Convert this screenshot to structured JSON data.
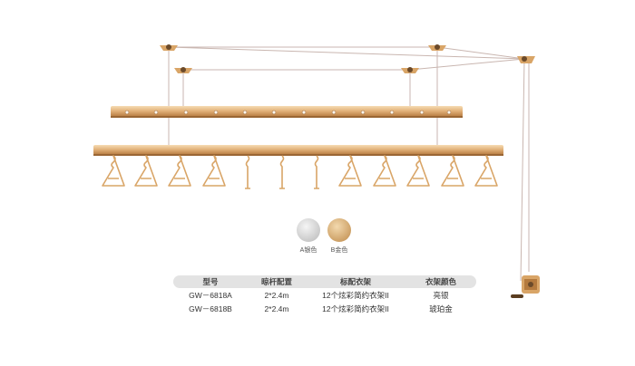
{
  "colors": {
    "gold_light": "#f4d3a2",
    "gold_mid": "#d9a567",
    "gold_dark": "#b47a3e",
    "silver_light": "#eeeeee",
    "silver_dark": "#c6c6c6",
    "header_bg": "#e3e3e3"
  },
  "swatches": [
    {
      "label": "A银色",
      "color": "silver"
    },
    {
      "label": "B金色",
      "color": "gold"
    }
  ],
  "table": {
    "headers": [
      "型号",
      "晾杆配置",
      "标配衣架",
      "衣架颜色"
    ],
    "rows": [
      [
        "GW－6818A",
        "2*2.4m",
        "12个炫彩简约衣架II",
        "亮银"
      ],
      [
        "GW－6818B",
        "2*2.4m",
        "12个炫彩简约衣架II",
        "琥珀金"
      ]
    ]
  }
}
